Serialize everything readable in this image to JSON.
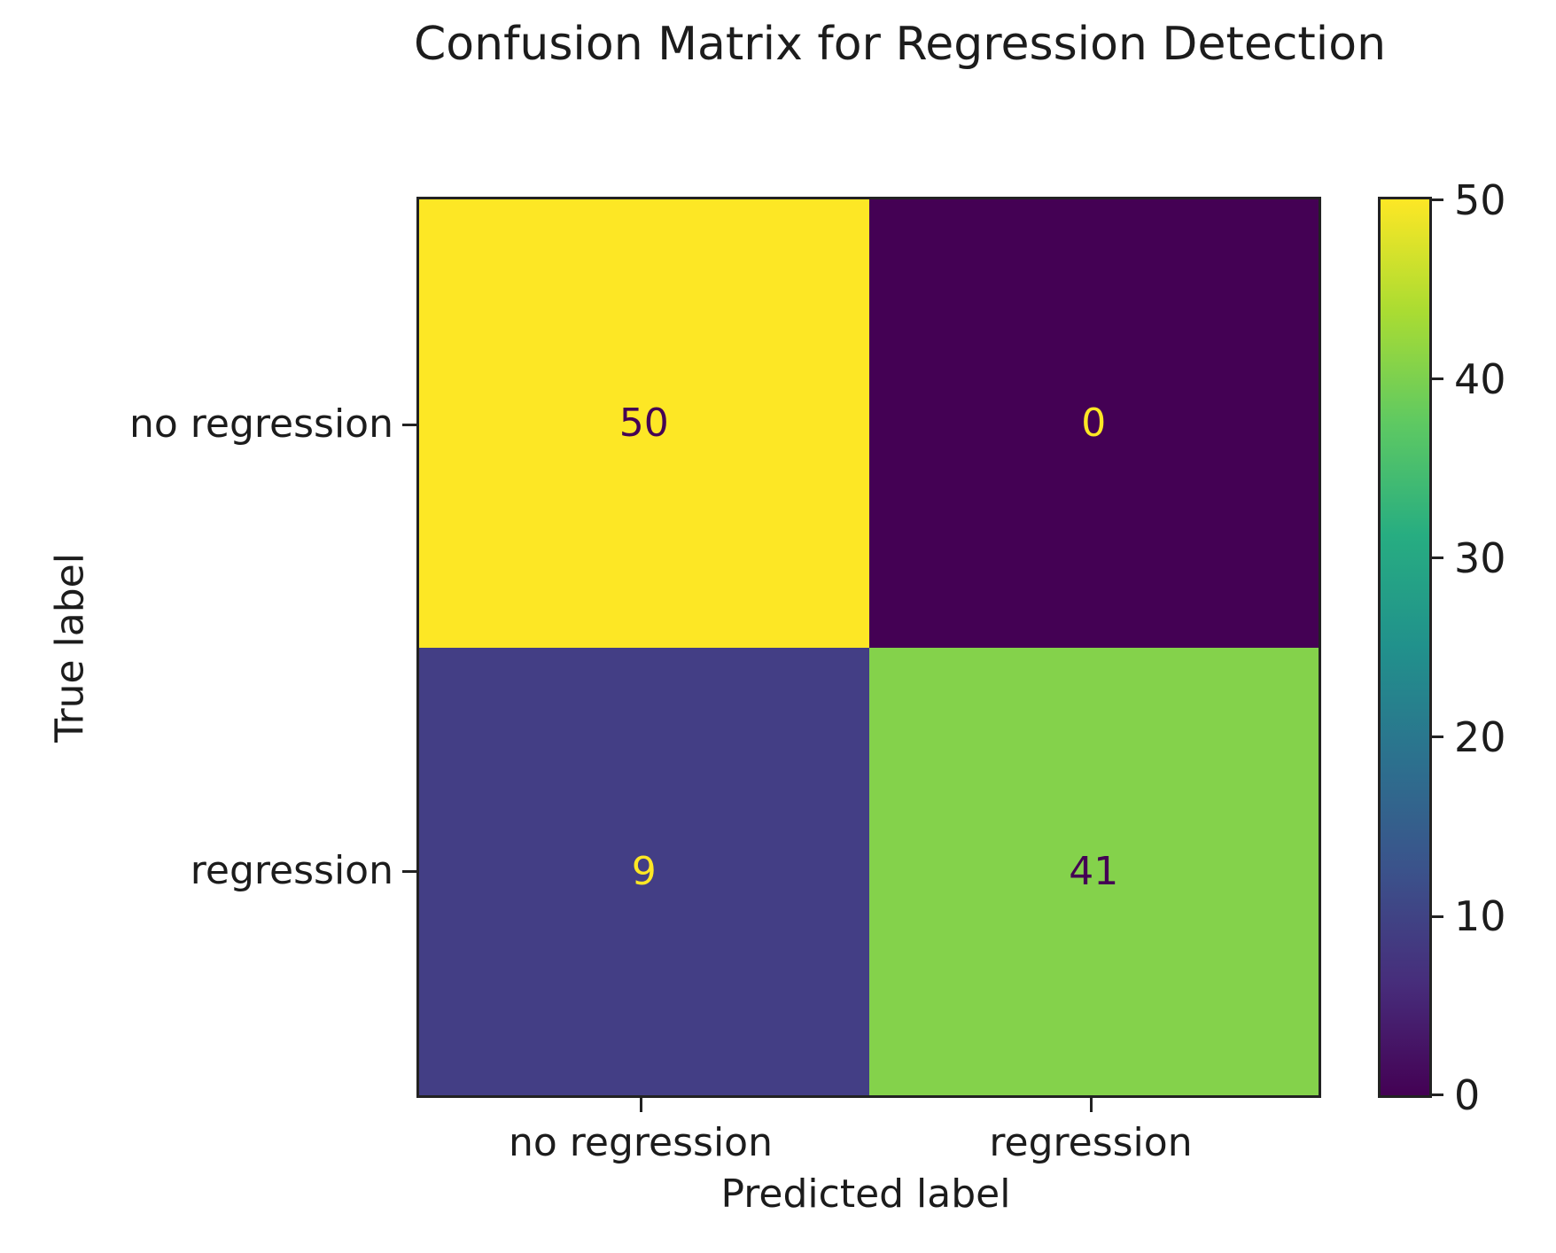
{
  "figure": {
    "background": "#ffffff",
    "text_color": "#1c1c1c",
    "spine_color": "#222222"
  },
  "chart_data": {
    "type": "heatmap",
    "title": "Confusion Matrix for Regression Detection",
    "xlabel": "Predicted label",
    "ylabel": "True label",
    "x_tick_labels": [
      "no regression",
      "regression"
    ],
    "y_tick_labels": [
      "no regression",
      "regression"
    ],
    "matrix": {
      "rows": [
        "no regression",
        "regression"
      ],
      "cols": [
        "no regression",
        "regression"
      ],
      "values": [
        [
          50,
          0
        ],
        [
          9,
          41
        ]
      ]
    },
    "cells": [
      {
        "row": "no regression",
        "col": "no regression",
        "value": "50",
        "bg": "#fde725",
        "fg": "#440154"
      },
      {
        "row": "no regression",
        "col": "regression",
        "value": "0",
        "bg": "#440154",
        "fg": "#fde725"
      },
      {
        "row": "regression",
        "col": "no regression",
        "value": "9",
        "bg": "#433e85",
        "fg": "#fde725"
      },
      {
        "row": "regression",
        "col": "regression",
        "value": "41",
        "bg": "#84d24b",
        "fg": "#440154"
      }
    ],
    "colormap": "viridis",
    "colorbar": {
      "min": 0,
      "max": 50,
      "tick_labels_top_to_bottom": [
        "50",
        "40",
        "30",
        "20",
        "10",
        "0"
      ],
      "gradient_stops_bottom_to_top": [
        "#440154",
        "#472d7b",
        "#3b528b",
        "#2c718e",
        "#21918c",
        "#27ad81",
        "#5ec962",
        "#aadc32",
        "#fde725"
      ]
    },
    "grid": false,
    "legend_position": "none"
  }
}
